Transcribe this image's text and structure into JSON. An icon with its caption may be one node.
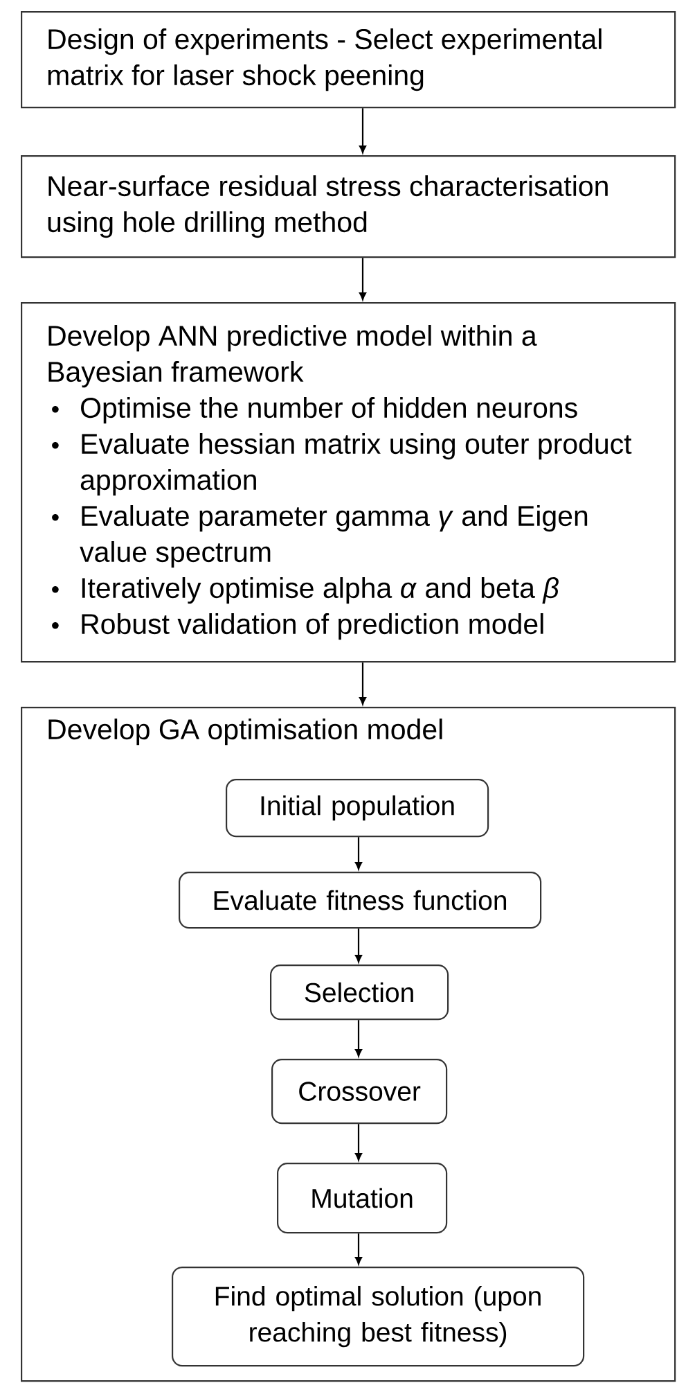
{
  "diagram": {
    "nodes": [
      {
        "text": [
          "Design of experiments - Select experimental matrix for laser shock peening"
        ]
      },
      {
        "text": [
          "Near-surface residual stress characterisation using hole drilling method"
        ]
      },
      {
        "text": [
          "Develop ANN predictive model within a Bayesian framework",
          "Optimise the number of hidden neurons",
          "Evaluate hessian matrix using outer product approximation",
          "Evaluate parameter gamma *γ* and Eigen value spectrum",
          "Iteratively optimise alpha *α* and beta *β*",
          "Robust validation of prediction model"
        ]
      },
      {
        "text": [
          "Develop GA optimisation model"
        ]
      },
      {
        "text": [
          "Initial population"
        ],
        "in": 3
      },
      {
        "text": [
          "Evaluate fitness function"
        ],
        "in": 3
      },
      {
        "text": [
          "Selection"
        ],
        "in": 3
      },
      {
        "text": [
          "Crossover"
        ],
        "in": 3
      },
      {
        "text": [
          "Mutation"
        ],
        "in": 3
      },
      {
        "text": [
          "Find optimal solution (upon reaching best fitness)"
        ],
        "in": 3
      }
    ],
    "edges": [
      {
        "from": 0,
        "to": 1,
        "arrow": "to"
      },
      {
        "from": 1,
        "to": 2,
        "arrow": "to"
      },
      {
        "from": 2,
        "to": 3,
        "arrow": "to"
      },
      {
        "from": 4,
        "to": 5,
        "arrow": "to"
      },
      {
        "from": 5,
        "to": 6,
        "arrow": "to"
      },
      {
        "from": 6,
        "to": 7,
        "arrow": "to"
      },
      {
        "from": 7,
        "to": 8,
        "arrow": "to"
      },
      {
        "from": 8,
        "to": 9,
        "arrow": "to"
      }
    ]
  }
}
